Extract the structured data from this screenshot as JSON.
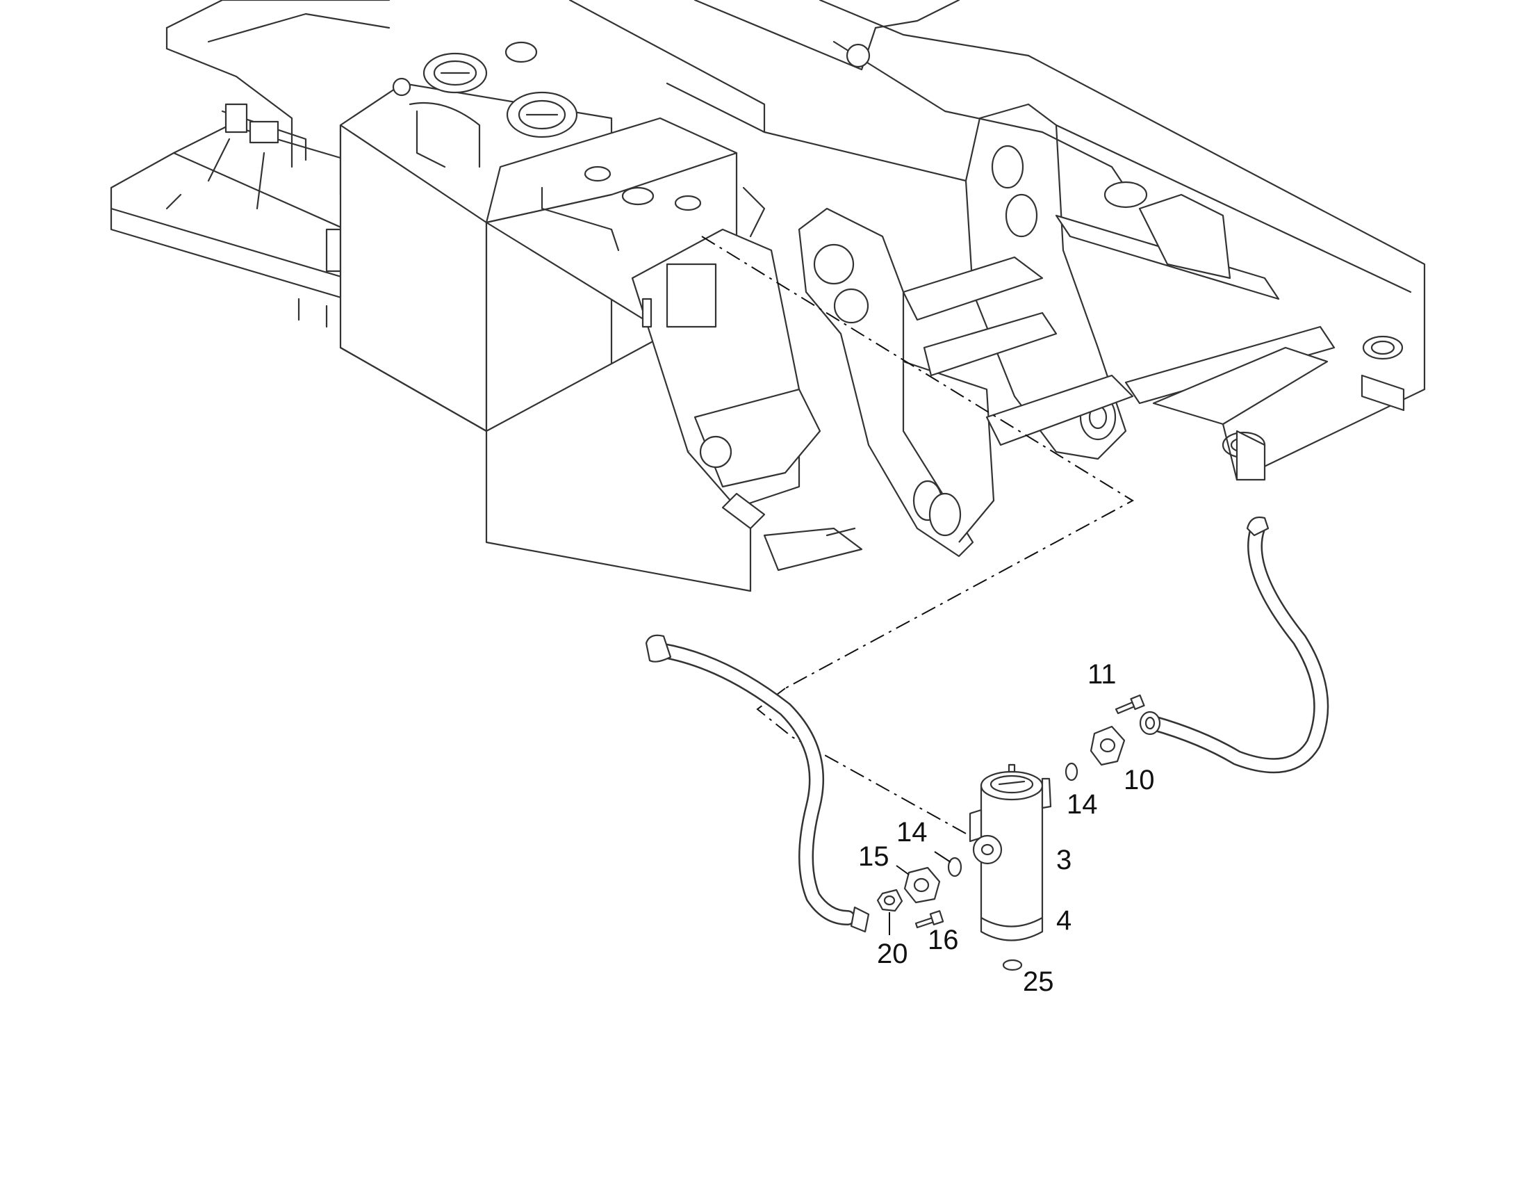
{
  "diagram": {
    "callouts": [
      {
        "id": "11",
        "text": "11"
      },
      {
        "id": "10",
        "text": "10"
      },
      {
        "id": "14-right",
        "text": "14"
      },
      {
        "id": "3",
        "text": "3"
      },
      {
        "id": "14-left",
        "text": "14"
      },
      {
        "id": "15",
        "text": "15"
      },
      {
        "id": "4",
        "text": "4"
      },
      {
        "id": "16",
        "text": "16"
      },
      {
        "id": "20",
        "text": "20"
      },
      {
        "id": "25",
        "text": "25"
      }
    ]
  }
}
